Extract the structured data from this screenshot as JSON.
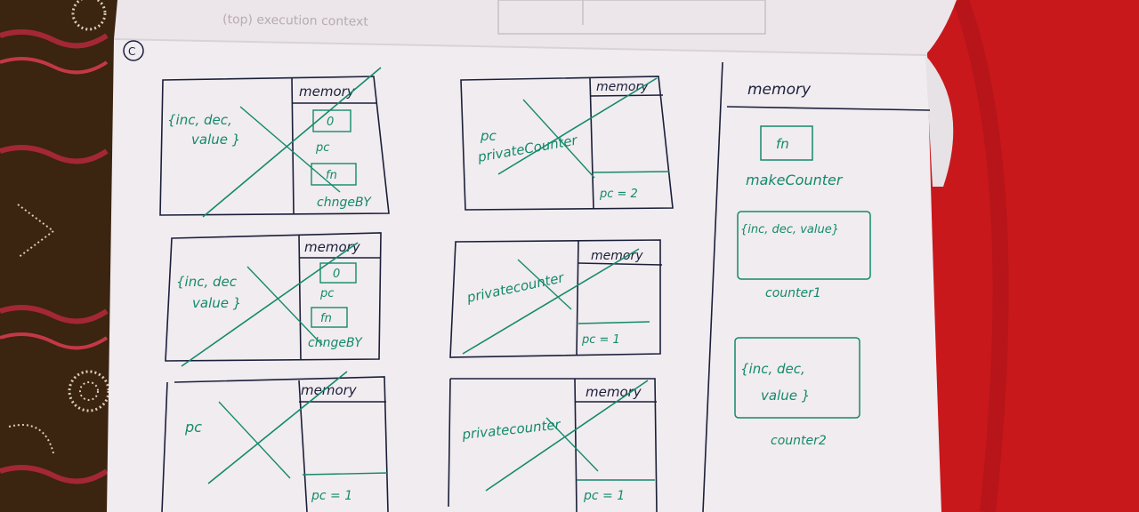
{
  "colors": {
    "ink_green": "#148a6a",
    "ink_black": "#1b1f3a",
    "paper": "#f1ecf0",
    "cloth_red": "#c8181c",
    "cloth_brown": "#3b2410"
  },
  "top_scribble": "(top) execution context",
  "page_marker": "C",
  "sketches": [
    {
      "id": "s1",
      "memory_label": "memory",
      "left_text": [
        "{inc, dec,",
        "value }"
      ],
      "mem_items": [
        "0",
        "pc",
        "fn",
        "chngeBY"
      ]
    },
    {
      "id": "s2",
      "memory_label": "memory",
      "left_text": [
        "pc",
        "privateCounter"
      ],
      "mem_items": [
        "pc = 2"
      ]
    },
    {
      "id": "s3",
      "memory_label": "memory",
      "left_text": [
        "{inc, dec",
        "value }"
      ],
      "mem_items": [
        "0",
        "pc",
        "fn",
        "chngeBY"
      ]
    },
    {
      "id": "s4",
      "memory_label": "memory",
      "left_text": [
        "privatecounter"
      ],
      "mem_items": [
        "pc = 1"
      ]
    },
    {
      "id": "s5",
      "memory_label": "memory",
      "left_text": [
        "pc"
      ],
      "mem_items": [
        "pc = 1"
      ]
    },
    {
      "id": "s6",
      "memory_label": "memory",
      "left_text": [
        "privatecounter"
      ],
      "mem_items": [
        "pc = 1"
      ]
    }
  ],
  "right_panel": {
    "title": "memory",
    "fn_box": "fn",
    "fn_label": "makeCounter",
    "obj1": "{inc, dec, value}",
    "obj1_label": "counter1",
    "obj2": [
      "{inc, dec,",
      "value }"
    ],
    "obj2_label": "counter2"
  }
}
